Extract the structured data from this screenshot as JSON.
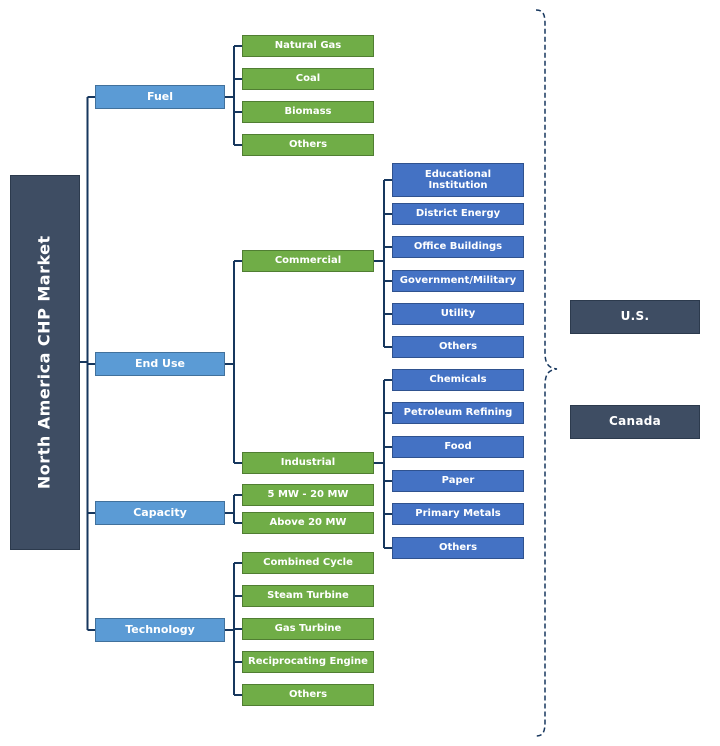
{
  "root_label": "North America CHP Market",
  "categories": {
    "fuel": {
      "label": "Fuel",
      "items": [
        "Natural Gas",
        "Coal",
        "Biomass",
        "Others"
      ]
    },
    "end_use": {
      "label": "End Use",
      "items": [
        "Commercial",
        "Industrial"
      ],
      "commercial_items": [
        "Educational Institution",
        "District Energy",
        "Office Buildings",
        "Government/Military",
        "Utility",
        "Others"
      ],
      "industrial_items": [
        "Chemicals",
        "Petroleum Refining",
        "Food",
        "Paper",
        "Primary Metals",
        "Others"
      ]
    },
    "capacity": {
      "label": "Capacity",
      "items": [
        "5 MW - 20 MW",
        "Above 20 MW"
      ]
    },
    "technology": {
      "label": "Technology",
      "items": [
        "Combined Cycle",
        "Steam Turbine",
        "Gas Turbine",
        "Reciprocating Engine",
        "Others"
      ]
    }
  },
  "regions": [
    "U.S.",
    "Canada"
  ],
  "colors": {
    "navy": "#3e4d63",
    "light_blue": "#5b9bd5",
    "green": "#70ad47",
    "blue": "#4472c4",
    "connector_line": "#17375e"
  }
}
